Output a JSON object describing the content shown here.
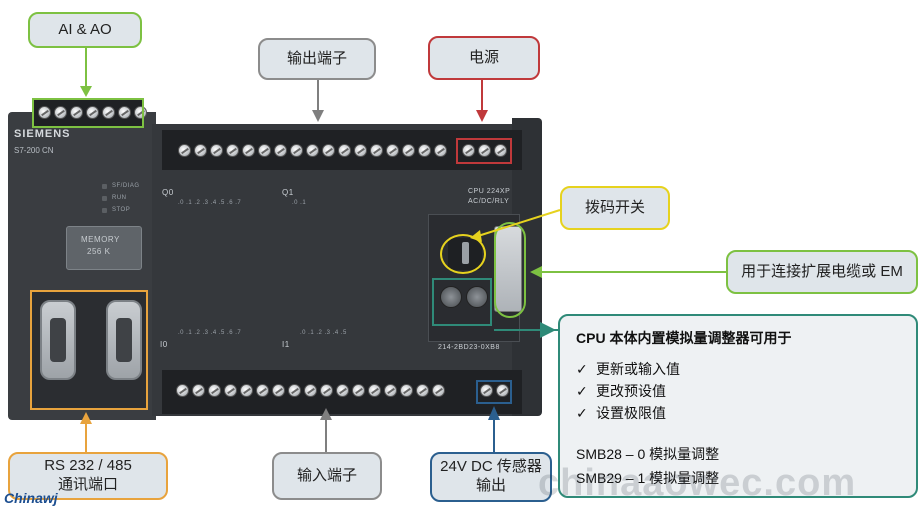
{
  "callouts": {
    "ai_ao": "AI & AO",
    "output_terminals": "输出端子",
    "power": "电源",
    "dip_switch": "拨码开关",
    "expansion": "用于连接扩展电缆或 EM",
    "rs232_line1": "RS 232 / 485",
    "rs232_line2": "通讯端口",
    "input_terminals": "输入端子",
    "sensor_line1": "24V DC 传感器",
    "sensor_line2": "输出"
  },
  "cpu_info": {
    "title": "CPU 本体内置模拟量调整器可用于",
    "items": [
      "更新或输入值",
      "更改预设值",
      "设置极限值"
    ],
    "check": "✓",
    "smb28": "SMB28 – 0 模拟量调整",
    "smb29": "SMB29 – 1 模拟量调整"
  },
  "plc": {
    "brand": "SIEMENS",
    "model": "S7-200 CN",
    "status": [
      "SF/DIAG",
      "RUN",
      "STOP"
    ],
    "memory": [
      "MEMORY",
      "256 K"
    ],
    "cpu_model": "CPU 224XP",
    "cpu_type": "AC/DC/RLY",
    "part_no": "214-2BD23-0XB8",
    "q0": "Q0",
    "q1": "Q1",
    "i0": "I0",
    "i1": "I1",
    "q0_nums": ".0 .1 .2 .3 .4 .5 .6 .7",
    "q1_nums": ".0 .1",
    "i0_nums": ".0 .1 .2 .3 .4 .5 .6 .7",
    "i1_nums": ".0 .1 .2 .3 .4 .5"
  },
  "watermark": "chinaaowec.com",
  "logo_main": "Chinaw",
  "logo_accent": "j",
  "colors": {
    "green": "#7dc142",
    "gray_arrow": "#7f7f7f",
    "red": "#c0393b",
    "yellow": "#e6d21e",
    "teal": "#2f8a78",
    "orange": "#e8a33d",
    "blue": "#2b5f8f"
  }
}
